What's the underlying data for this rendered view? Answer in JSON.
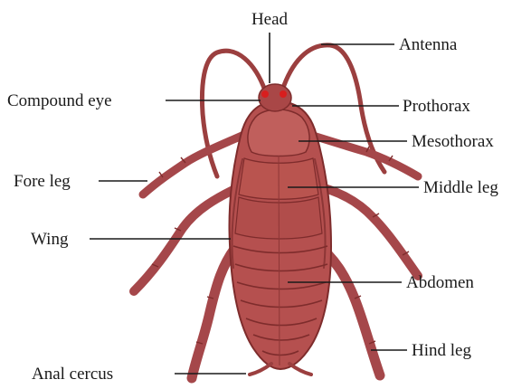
{
  "labels": {
    "head": "Head",
    "antenna": "Antenna",
    "compound_eye": "Compound eye",
    "prothorax": "Prothorax",
    "mesothorax": "Mesothorax",
    "fore_leg": "Fore leg",
    "middle_leg": "Middle leg",
    "wing": "Wing",
    "abdomen": "Abdomen",
    "hind_leg": "Hind leg",
    "anal_cercus": "Anal cercus"
  },
  "colors": {
    "body": "#b5504f",
    "body_dark": "#7e2c2c",
    "body_light": "#c96a66",
    "eye": "#d81e1e",
    "label_text": "#1a1a1a"
  }
}
